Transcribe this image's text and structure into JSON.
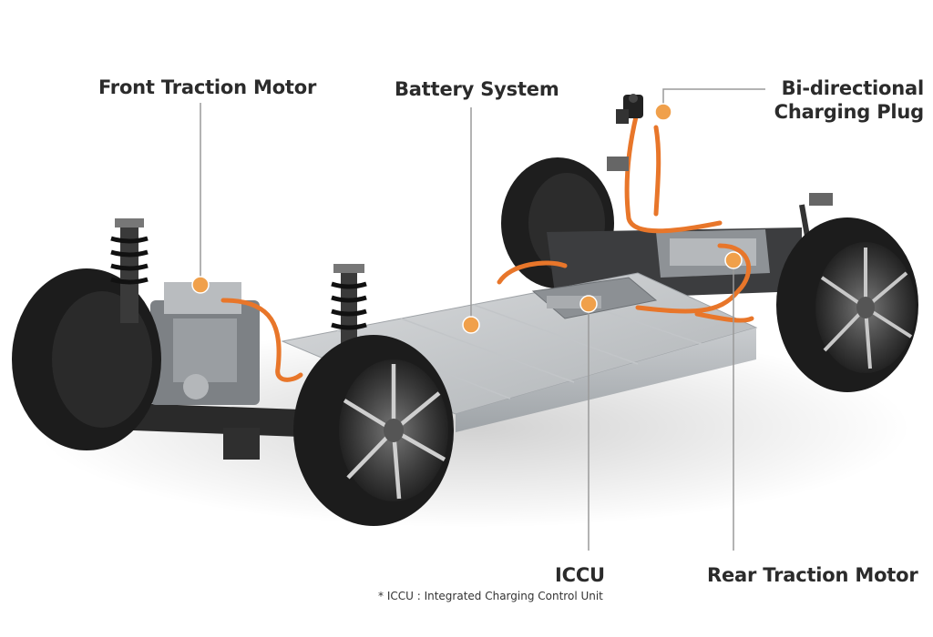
{
  "labels": {
    "front_motor": "Front Traction Motor",
    "battery": "Battery System",
    "plug_line1": "Bi-directional",
    "plug_line2": "Charging Plug",
    "iccu": "ICCU",
    "rear_motor": "Rear Traction Motor"
  },
  "footnote": "* ICCU : Integrated Charging Control Unit",
  "colors": {
    "marker": "#f0a04b",
    "leader": "#9a9a9a",
    "cable": "#e8762a",
    "tire": "#1c1c1c",
    "battery": "#b9bcbf"
  }
}
